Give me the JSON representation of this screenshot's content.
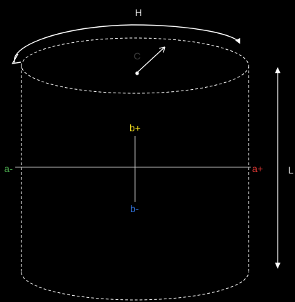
{
  "diagram": {
    "labels": {
      "hue": "H",
      "chroma": "C",
      "lightness": "L",
      "a_plus": "a+",
      "a_minus": "a-",
      "b_plus": "b+",
      "b_minus": "b-"
    },
    "colors": {
      "background": "#000000",
      "stroke": "#ffffff",
      "text": "#ffffff",
      "chroma_text": "#3a3a3a",
      "a_plus": "#e53935",
      "a_minus": "#4caf50",
      "b_plus": "#f2dd1f",
      "b_minus": "#2f6fd6",
      "axis": "#bdbdbd"
    }
  }
}
